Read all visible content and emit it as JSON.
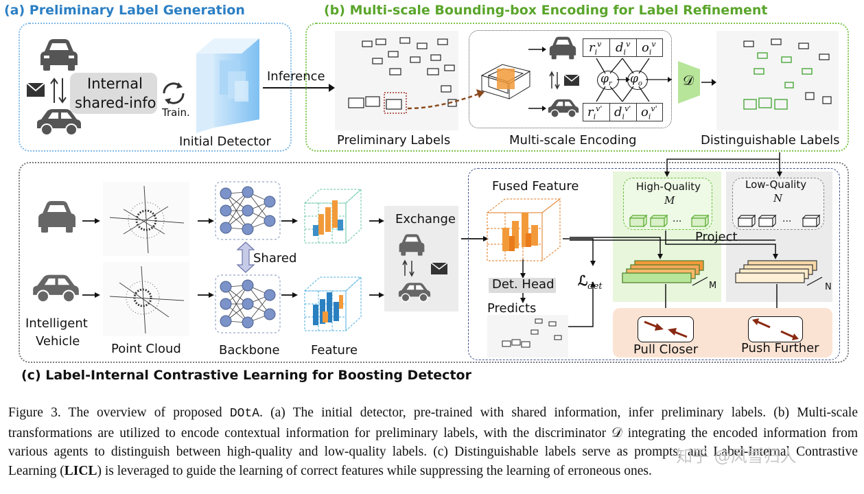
{
  "panels": {
    "a_title": "(a) Preliminary Label Generation",
    "b_title": "(b) Multi-scale Bounding-box Encoding for Label Refinement",
    "c_title": "(c) Label-Internal Contrastive Learning for Boosting Detector"
  },
  "panel_a": {
    "shared_line1": "Internal",
    "shared_line2": "shared-info",
    "train": "Train.",
    "detector": "Initial Detector",
    "inference": "Inference"
  },
  "panel_b": {
    "prelim": "Preliminary Labels",
    "encoding": "Multi-scale Encoding",
    "distinguishable": "Distinguishable Labels",
    "r_v": "r",
    "d_v": "d",
    "o_v": "o",
    "phi_r": "φ",
    "phi_o": "φ",
    "disc": "𝒟"
  },
  "panel_c": {
    "intelligent_vehicle_1": "Intelligent",
    "intelligent_vehicle_2": "Vehicle",
    "point_cloud": "Point Cloud",
    "backbone": "Backbone",
    "feature": "Feature",
    "shared": "Shared",
    "exchange": "Exchange",
    "fused": "Fused Feature",
    "det_head": "Det. Head",
    "predicts": "Predicts",
    "loss": "ℒ",
    "loss_sub": "det",
    "hq": "High-Quality",
    "hq_sym": "M",
    "lq": "Low-Quality",
    "lq_sym": "N",
    "project": "Project",
    "m_label": "M",
    "n_label": "N",
    "pull": "Pull Closer",
    "push": "Push Further"
  },
  "caption": {
    "p1": "Figure 3. The overview of proposed ",
    "name": "DOtA",
    "p2": ". (a) The initial detector, pre-trained with shared information, infer preliminary labels. (b) Multi-scale transformations are utilized to encode contextual information for preliminary labels, with the discriminator ",
    "disc": "𝒟",
    "p3": " integrating the encoded information from various agents to distinguish between high-quality and low-quality labels. (c) Distinguishable labels serve as prompts, and Label-Internal Contrastive Learning (",
    "licl": "LICL",
    "p4": ") is leveraged to guide the learning of correct features while suppressing the learning of erroneous ones."
  },
  "watermark": "知乎 @风雪归人",
  "colors": {
    "blue_title": "#2b7fc4",
    "green_title": "#5aa52b",
    "orange": "#f08a24",
    "green_box": "#b7e59a",
    "pull_bg": "#fbe3d3",
    "panel_c_bg": "#e8f6dc"
  }
}
